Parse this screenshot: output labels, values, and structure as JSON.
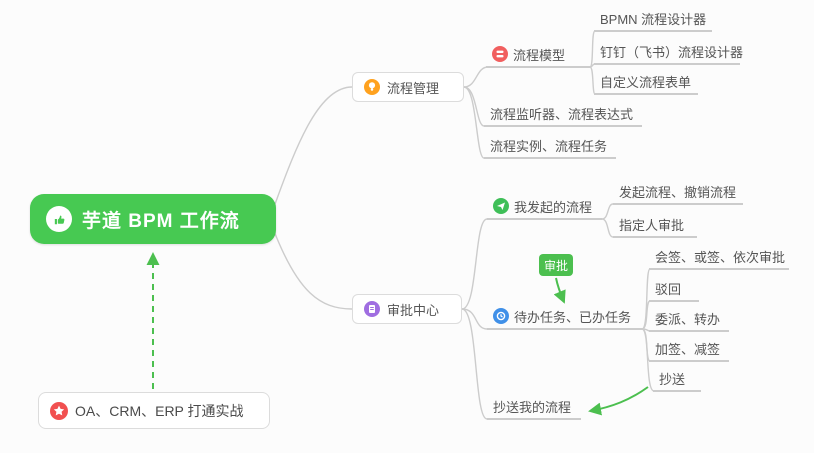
{
  "map": {
    "root": "芋道 BPM 工作流",
    "process_management": {
      "label": "流程管理",
      "process_model": {
        "label": "流程模型",
        "bpmn": "BPMN 流程设计器",
        "dingtalk": "钉钉（飞书）流程设计器",
        "custom_form": "自定义流程表单"
      },
      "listener": "流程监听器、流程表达式",
      "instance": "流程实例、流程任务"
    },
    "approval_center": {
      "label": "审批中心",
      "my_initiated": {
        "label": "我发起的流程",
        "initiate_cancel": "发起流程、撤销流程",
        "assigned": "指定人审批"
      },
      "approval_badge": "审批",
      "todo_done": {
        "label": "待办任务、已办任务",
        "countersign": "会签、或签、依次审批",
        "reject": "驳回",
        "delegate": "委派、转办",
        "add_sign": "加签、减签",
        "cc": "抄送"
      },
      "cc_my": "抄送我的流程"
    },
    "integration": "OA、CRM、ERP 打通实战"
  },
  "icons": {
    "root": "thumbs-up-icon",
    "process_management": "lightbulb-icon",
    "process_model": "model-icon",
    "approval_center": "document-icon",
    "my_initiated": "send-icon",
    "todo_done": "clock-icon",
    "integration": "star-icon"
  },
  "colors": {
    "root_bg": "#47c952",
    "connector": "#cccccc",
    "arrow_green": "#4cbf4f",
    "badge_bg": "#4cbf4f",
    "lightbulb_bg": "#ffa21f",
    "model_bg": "#f15f5f",
    "document_bg": "#a06ee1",
    "send_bg": "#3fbf58",
    "clock_bg": "#4090e8",
    "star_bg": "#f15050"
  }
}
